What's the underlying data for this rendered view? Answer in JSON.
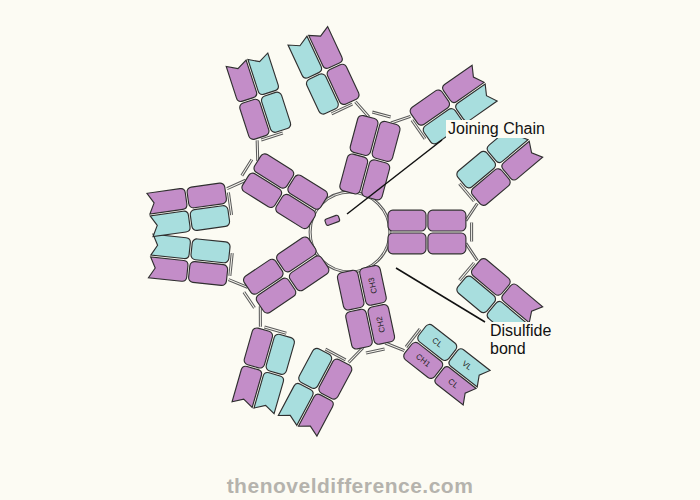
{
  "diagram": {
    "labels": [
      "Joining Chain",
      "Disulfide bond",
      "CH3",
      "CH2",
      "CH1",
      "CL",
      "VL",
      "CL",
      "thenoveldifference.com"
    ]
  }
}
